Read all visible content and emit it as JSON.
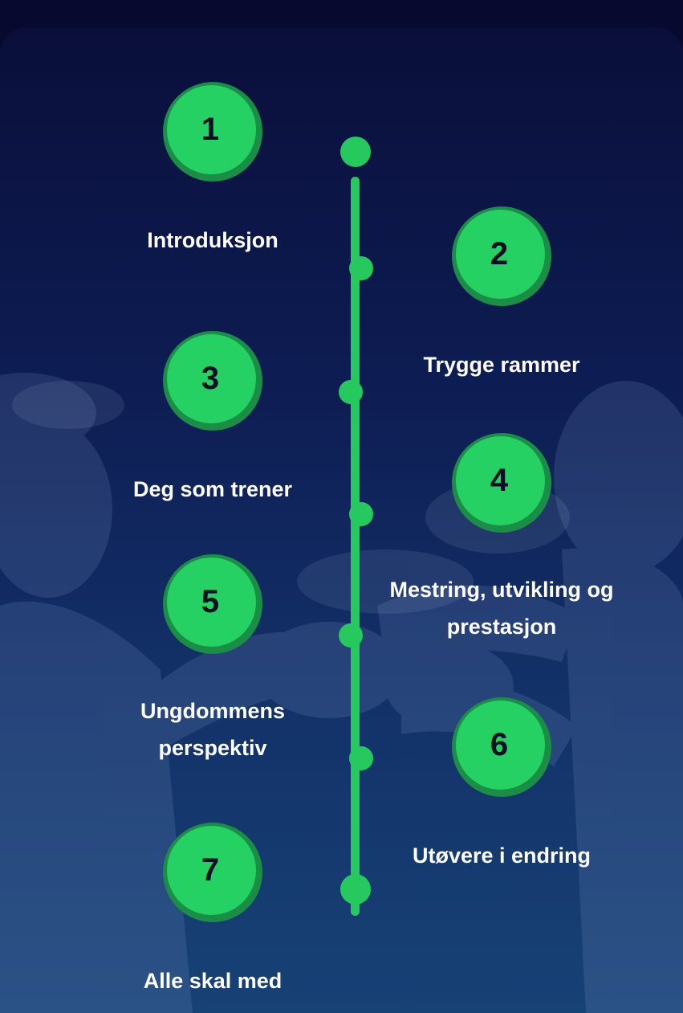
{
  "timeline": {
    "steps": [
      {
        "number": "1",
        "label": "Introduksjon"
      },
      {
        "number": "2",
        "label": "Trygge rammer"
      },
      {
        "number": "3",
        "label": "Deg som trener"
      },
      {
        "number": "4",
        "label": "Mestring, utvikling og prestasjon"
      },
      {
        "number": "5",
        "label": "Ungdommens perspektiv"
      },
      {
        "number": "6",
        "label": "Utøvere i endring"
      },
      {
        "number": "7",
        "label": "Alle skal med"
      }
    ]
  },
  "colors": {
    "accent": "#26c95e",
    "circle_inner": "#24d162",
    "circle_ring": "#1b8d47",
    "background_top": "#0a0f3a",
    "background_bottom": "#174276",
    "label_text": "#ffffff",
    "number_text": "#0a0f23"
  }
}
